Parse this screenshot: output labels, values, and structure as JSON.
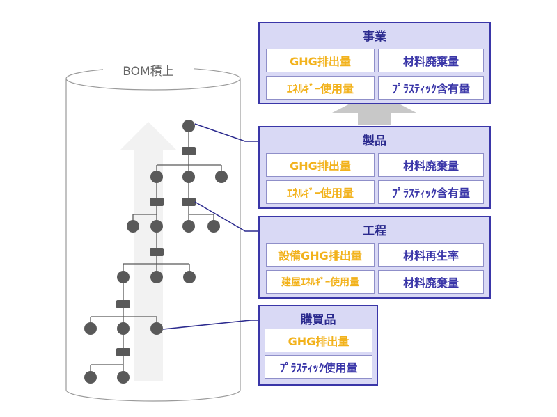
{
  "bom": {
    "title": "BOM積上"
  },
  "panels": {
    "business": {
      "title": "事業",
      "cells": [
        "GHG排出量",
        "材料廃棄量",
        "ｴﾈﾙｷﾞｰ使用量",
        "ﾌﾟﾗｽﾃｨｯｸ含有量"
      ]
    },
    "product": {
      "title": "製品",
      "cells": [
        "GHG排出量",
        "材料廃棄量",
        "ｴﾈﾙｷﾞｰ使用量",
        "ﾌﾟﾗｽﾃｨｯｸ含有量"
      ]
    },
    "process": {
      "title": "工程",
      "cells": [
        "設備GHG排出量",
        "材料再生率",
        "建屋ｴﾈﾙｷﾞｰ使用量",
        "材料廃棄量"
      ]
    },
    "purchased": {
      "title": "購買品",
      "cells": [
        "GHG排出量",
        "ﾌﾟﾗｽﾃｨｯｸ使用量"
      ]
    }
  },
  "colors": {
    "panel_fill": "#d9d9f5",
    "panel_border": "#3a36a8",
    "title_text": "#2b2a8e",
    "yellow_text": "#f2b21c",
    "blue_text": "#3a36a8",
    "node": "#595959",
    "arrow": "#f2f2f2",
    "big_arrow": "#c8c8c8"
  }
}
